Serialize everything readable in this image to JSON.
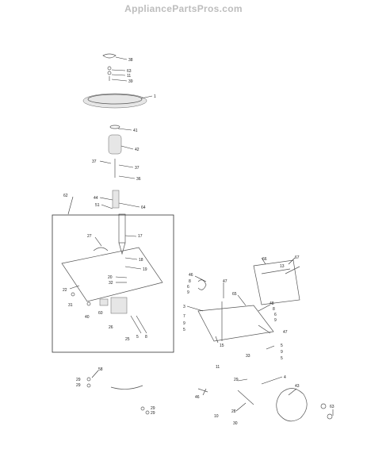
{
  "watermark": "AppliancePartsPros.com",
  "callouts": [
    {
      "id": "c38",
      "text": "38"
    },
    {
      "id": "c63",
      "text": "63"
    },
    {
      "id": "c11a",
      "text": "11"
    },
    {
      "id": "c39",
      "text": "39"
    },
    {
      "id": "c1",
      "text": "1"
    },
    {
      "id": "c41",
      "text": "41"
    },
    {
      "id": "c42",
      "text": "42"
    },
    {
      "id": "c37a",
      "text": "37"
    },
    {
      "id": "c37b",
      "text": "37"
    },
    {
      "id": "c36",
      "text": "36"
    },
    {
      "id": "c62",
      "text": "62"
    },
    {
      "id": "c44",
      "text": "44"
    },
    {
      "id": "c51",
      "text": "51"
    },
    {
      "id": "c64",
      "text": "64"
    },
    {
      "id": "c27",
      "text": "27"
    },
    {
      "id": "c17",
      "text": "17"
    },
    {
      "id": "c18",
      "text": "18"
    },
    {
      "id": "c19",
      "text": "19"
    },
    {
      "id": "c20",
      "text": "20"
    },
    {
      "id": "c32",
      "text": "32"
    },
    {
      "id": "c22",
      "text": "22"
    },
    {
      "id": "c31",
      "text": "31"
    },
    {
      "id": "c40",
      "text": "40"
    },
    {
      "id": "c60",
      "text": "60"
    },
    {
      "id": "c25",
      "text": "25"
    },
    {
      "id": "c26",
      "text": "26"
    },
    {
      "id": "c5a",
      "text": "5"
    },
    {
      "id": "c8a",
      "text": "8"
    },
    {
      "id": "c66",
      "text": "66"
    },
    {
      "id": "c67",
      "text": "67"
    },
    {
      "id": "c13",
      "text": "13"
    },
    {
      "id": "c46",
      "text": "46"
    },
    {
      "id": "c8b",
      "text": "8"
    },
    {
      "id": "c6",
      "text": "6"
    },
    {
      "id": "c9a",
      "text": "9"
    },
    {
      "id": "c47a",
      "text": "47"
    },
    {
      "id": "c65",
      "text": "65"
    },
    {
      "id": "c3",
      "text": "3"
    },
    {
      "id": "c7",
      "text": "7"
    },
    {
      "id": "c9b",
      "text": "9"
    },
    {
      "id": "c5b",
      "text": "5"
    },
    {
      "id": "c48",
      "text": "48"
    },
    {
      "id": "c8c",
      "text": "8"
    },
    {
      "id": "c6b",
      "text": "6"
    },
    {
      "id": "c9c",
      "text": "9"
    },
    {
      "id": "c47b",
      "text": "47"
    },
    {
      "id": "c15",
      "text": "15"
    },
    {
      "id": "c5c",
      "text": "5"
    },
    {
      "id": "c9d",
      "text": "9"
    },
    {
      "id": "c5d",
      "text": "5"
    },
    {
      "id": "c33",
      "text": "33"
    },
    {
      "id": "c11b",
      "text": "11"
    },
    {
      "id": "c29a",
      "text": "29"
    },
    {
      "id": "c4",
      "text": "4"
    },
    {
      "id": "c58",
      "text": "58"
    },
    {
      "id": "c29b",
      "text": "29"
    },
    {
      "id": "c29c",
      "text": "29"
    },
    {
      "id": "c43",
      "text": "43"
    },
    {
      "id": "c46b",
      "text": "46"
    },
    {
      "id": "c10",
      "text": "10"
    },
    {
      "id": "c28",
      "text": "28"
    },
    {
      "id": "c30",
      "text": "30"
    },
    {
      "id": "c63b",
      "text": "63"
    },
    {
      "id": "c29d",
      "text": "29"
    },
    {
      "id": "c29e",
      "text": "29"
    }
  ]
}
